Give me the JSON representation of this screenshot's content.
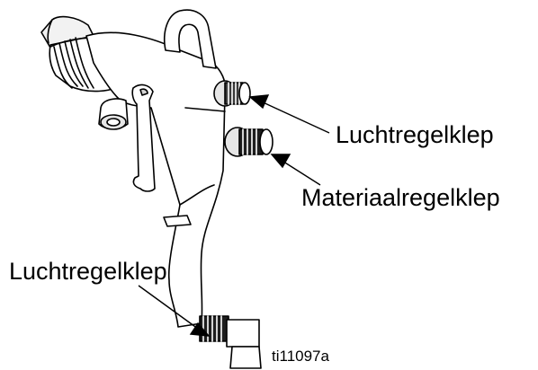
{
  "figure": {
    "labels": {
      "air_valve_top": "Luchtregelklep",
      "material_valve": "Materiaalregelklep",
      "air_valve_bottom": "Luchtregelklep"
    },
    "figure_id": "ti11097a"
  },
  "colors": {
    "ink": "#000000",
    "body_fill": "#ffffff",
    "shade": "#d4d4d4",
    "dark_knurl": "#2a2a2a"
  }
}
